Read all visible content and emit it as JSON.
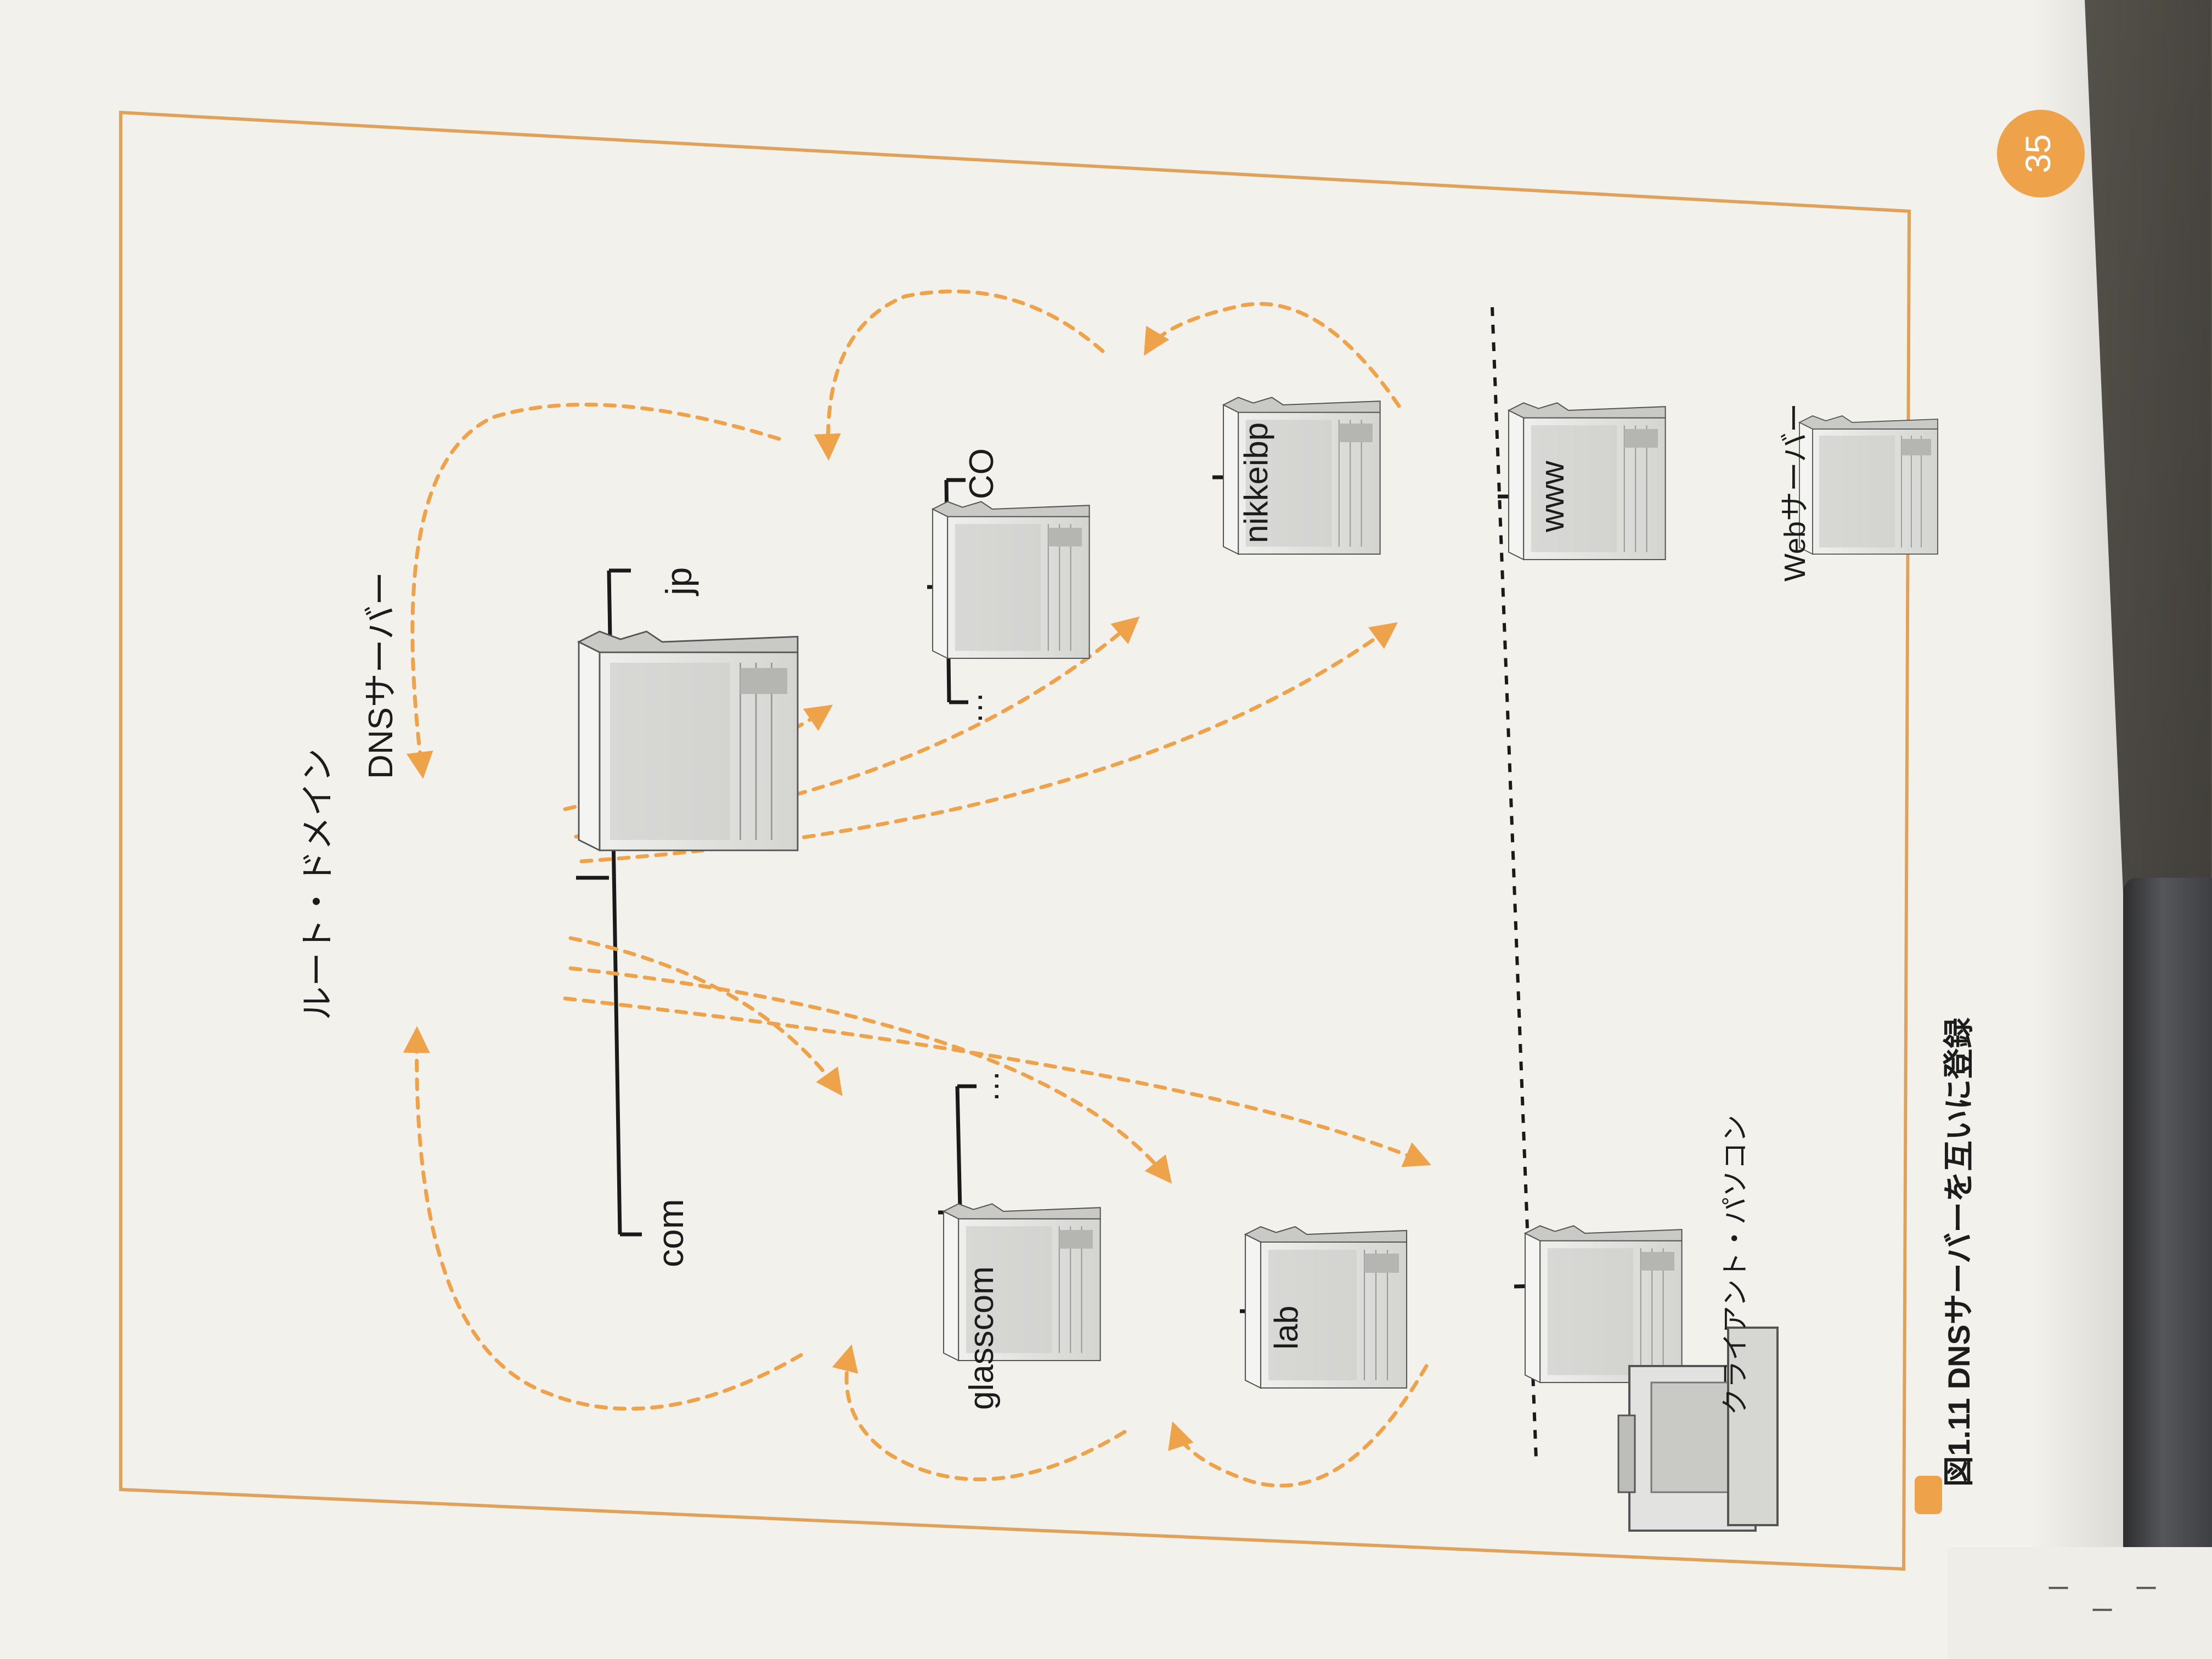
{
  "page_number": "35",
  "caption": "図1.11 DNSサーバーを互いに登録",
  "labels": {
    "root_domain": "ルート・ドメイン",
    "dns_server": "DNSサーバー",
    "com": "com",
    "jp": "jp",
    "glasscom": "glasscom",
    "co": "CO",
    "lab": "lab",
    "nikkeibp": "nikkeibp",
    "www": "www",
    "ellipsis": "…",
    "client_pc": "クライアント・パソコン",
    "web_server": "Webサーバー"
  },
  "icons": [
    "server-tower-icon",
    "desktop-pc-icon"
  ],
  "colors": {
    "frame": "#e0a15a",
    "arrow": "#eea24a",
    "badge": "#eea24a",
    "tree_line": "#1a1a1a",
    "server_fill": "#e6e6e4",
    "server_shade": "#bfbfbc"
  }
}
